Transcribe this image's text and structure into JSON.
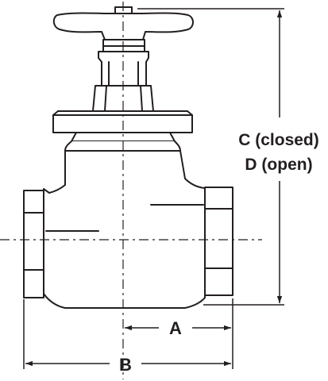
{
  "dimensions": {
    "a_label": "A",
    "b_label": "B",
    "c_label": "C (closed)",
    "d_label": "D (open)"
  },
  "colors": {
    "line": "#231f20",
    "background": "#ffffff"
  }
}
